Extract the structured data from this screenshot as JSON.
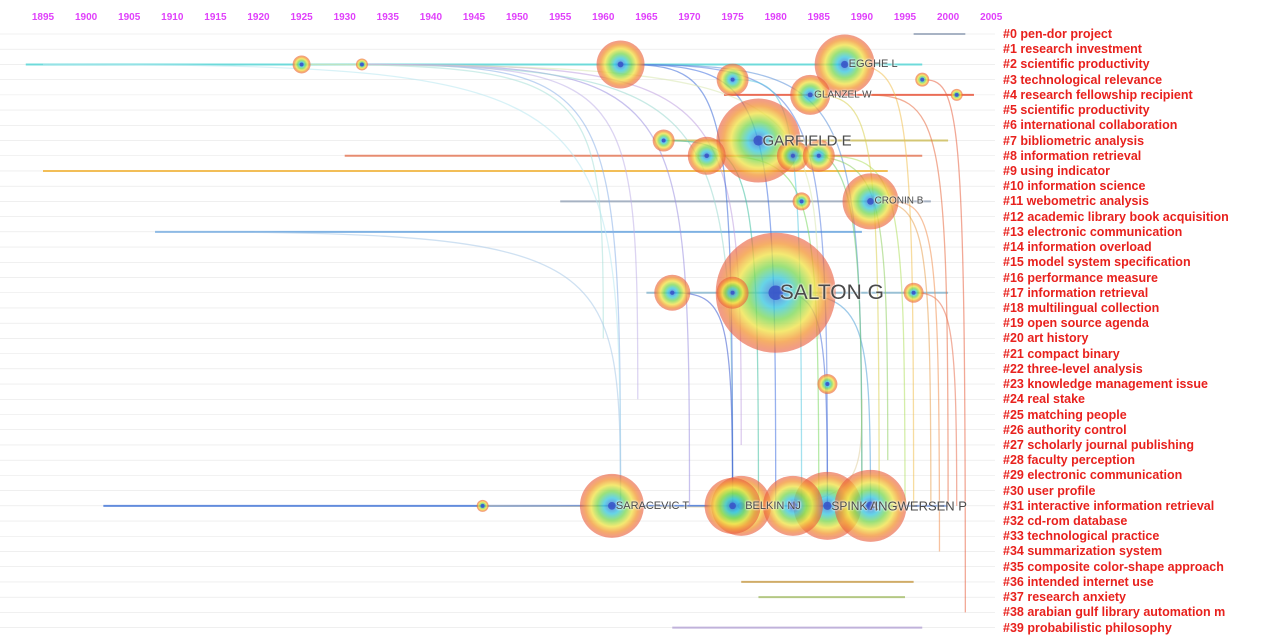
{
  "years": [
    "1895",
    "1900",
    "1905",
    "1910",
    "1915",
    "1920",
    "1925",
    "1930",
    "1935",
    "1940",
    "1945",
    "1950",
    "1955",
    "1960",
    "1965",
    "1970",
    "1975",
    "1980",
    "1985",
    "1990",
    "1995",
    "2000",
    "2005"
  ],
  "clusters": [
    "#0  pen-dor project",
    "#1  research investment",
    "#2  scientific productivity",
    "#3  technological relevance",
    "#4  research fellowship recipient",
    "#5  scientific productivity",
    "#6  international collaboration",
    "#7  bibliometric analysis",
    "#8  information retrieval",
    "#9  using indicator",
    "#10  information science",
    "#11  webometric analysis",
    "#12  academic library book acquisition",
    "#13  electronic communication",
    "#14  information overload",
    "#15  model system specification",
    "#16  performance measure",
    "#17  information retrieval",
    "#18  multilingual collection",
    "#19  open source agenda",
    "#20  art history",
    "#21  compact binary",
    "#22  three-level analysis",
    "#23  knowledge management issue",
    "#24  real stake",
    "#25  matching people",
    "#26  authority control",
    "#27  scholarly journal publishing",
    "#28  faculty perception",
    "#29  electronic communication",
    "#30  user profile",
    "#31  interactive information retrieval",
    "#32  cd-rom database",
    "#33  technological practice",
    "#34  summarization system",
    "#35  composite color-shape approach",
    "#36  intended internet use",
    "#37  research anxiety",
    "#38  arabian gulf library automation m",
    "#39  probabilistic philosophy"
  ],
  "nodes": [
    {
      "label": "EGGHE L",
      "year": 1988,
      "cluster": 2,
      "size": 30
    },
    {
      "label": "GLANZEL W",
      "year": 1984,
      "cluster": 4,
      "size": 20
    },
    {
      "label": "GARFIELD E",
      "year": 1978,
      "cluster": 7,
      "size": 42
    },
    {
      "label": "CRONIN B",
      "year": 1991,
      "cluster": 11,
      "size": 28
    },
    {
      "label": "SALTON G",
      "year": 1980,
      "cluster": 17,
      "size": 60
    },
    {
      "label": "SARACEVIC T",
      "year": 1961,
      "cluster": 31,
      "size": 32
    },
    {
      "label": "BELKIN NJ",
      "year": 1976,
      "cluster": 31,
      "size": 30
    },
    {
      "label": "SPINK A",
      "year": 1986,
      "cluster": 31,
      "size": 34
    },
    {
      "label": "INGWERSEN P",
      "year": 1991,
      "cluster": 31,
      "size": 36
    },
    {
      "label": "",
      "year": 1962,
      "cluster": 2,
      "size": 24
    },
    {
      "label": "",
      "year": 1925,
      "cluster": 2,
      "size": 9
    },
    {
      "label": "",
      "year": 1932,
      "cluster": 2,
      "size": 6
    },
    {
      "label": "",
      "year": 1975,
      "cluster": 3,
      "size": 16
    },
    {
      "label": "",
      "year": 1967,
      "cluster": 7,
      "size": 11
    },
    {
      "label": "",
      "year": 1972,
      "cluster": 8,
      "size": 19
    },
    {
      "label": "",
      "year": 1982,
      "cluster": 8,
      "size": 16
    },
    {
      "label": "",
      "year": 1985,
      "cluster": 8,
      "size": 16
    },
    {
      "label": "",
      "year": 1983,
      "cluster": 11,
      "size": 9
    },
    {
      "label": "",
      "year": 1968,
      "cluster": 17,
      "size": 18
    },
    {
      "label": "",
      "year": 1975,
      "cluster": 17,
      "size": 16
    },
    {
      "label": "",
      "year": 1996,
      "cluster": 17,
      "size": 10
    },
    {
      "label": "",
      "year": 1986,
      "cluster": 23,
      "size": 10
    },
    {
      "label": "",
      "year": 1975,
      "cluster": 31,
      "size": 28
    },
    {
      "label": "",
      "year": 1982,
      "cluster": 31,
      "size": 30
    },
    {
      "label": "",
      "year": 1946,
      "cluster": 31,
      "size": 6
    },
    {
      "label": "",
      "year": 1997,
      "cluster": 3,
      "size": 7
    },
    {
      "label": "",
      "year": 2001,
      "cluster": 4,
      "size": 6
    }
  ],
  "label_color": "#e8211d",
  "year_color": "#e040fb"
}
